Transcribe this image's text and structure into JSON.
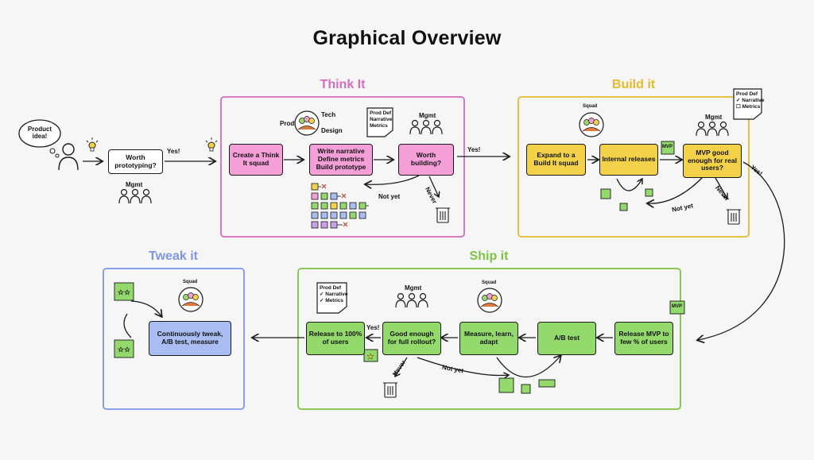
{
  "title": "Graphical Overview",
  "colors": {
    "think": "#d86bc1",
    "build": "#e7b92e",
    "ship": "#7cc442",
    "tweak": "#7e96e6",
    "pink_box": "#f59fd8",
    "yellow_box": "#f3d24a",
    "green_box": "#93d96b",
    "blue_box": "#a9bdf2"
  },
  "sections": {
    "think": "Think It",
    "build": "Build it",
    "ship": "Ship it",
    "tweak": "Tweak it"
  },
  "start": {
    "bubble_line1": "Product",
    "bubble_line2": "idea!",
    "worth_prototyping": "Worth prototyping?",
    "yes": "Yes!",
    "mgmt": "Mgmt"
  },
  "think": {
    "create_squad": "Create a Think It squad",
    "write_narrative_line1": "Write narrative",
    "write_narrative_line2": "Define metrics",
    "write_narrative_line3": "Build prototype",
    "worth_building": "Worth building?",
    "tech": "Tech",
    "prod": "Prod",
    "design": "Design",
    "note_line1": "Prod Def",
    "note_line2": "Narrative",
    "note_line3": "Metrics",
    "mgmt": "Mgmt",
    "not_yet": "Not yet",
    "never": "Never",
    "yes": "Yes!"
  },
  "build": {
    "expand_squad": "Expand to a Build It squad",
    "internal_releases": "Internal releases",
    "mvp_good": "MVP good enough for real users?",
    "squad": "Squad",
    "mgmt": "Mgmt",
    "note_line1": "Prod Def",
    "note_line2": "✓ Narrative",
    "note_line3": "☐ Metrics",
    "not_yet": "Not yet",
    "never": "Never",
    "yes": "Yes!",
    "mvp": "MVP"
  },
  "ship": {
    "release_mvp": "Release MVP to few % of users",
    "ab_test": "A/B test",
    "measure_learn": "Measure, learn, adapt",
    "good_enough": "Good enough for full rollout?",
    "release_100": "Release to 100% of users",
    "mgmt": "Mgmt",
    "squad": "Squad",
    "note_line1": "Prod Def",
    "note_line2": "✓ Narrative",
    "note_line3": "✓ Metrics",
    "yes": "Yes!",
    "never": "Never",
    "not_yet": "Not yet",
    "mvp": "MVP"
  },
  "tweak": {
    "continuously": "Continuously tweak, A/B test, measure",
    "squad": "Squad"
  }
}
